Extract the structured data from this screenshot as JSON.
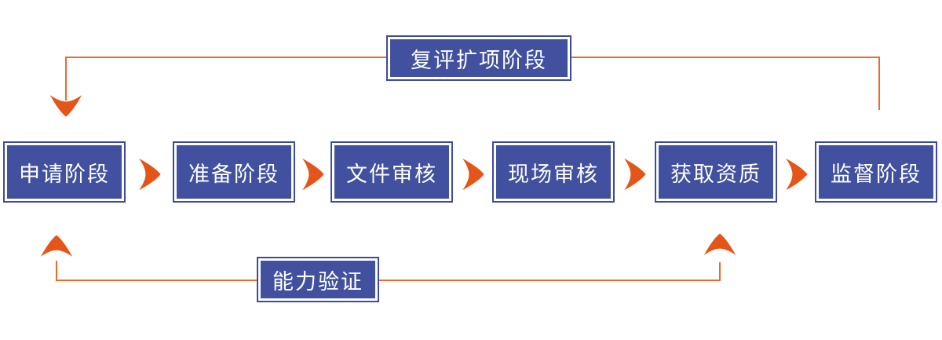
{
  "diagram": {
    "type": "flowchart",
    "background": "#ffffff",
    "steps": [
      {
        "label": "申请阶段"
      },
      {
        "label": "准备阶段"
      },
      {
        "label": "文件审核"
      },
      {
        "label": "现场审核"
      },
      {
        "label": "获取资质"
      },
      {
        "label": "监督阶段"
      }
    ],
    "top_loop": {
      "label": "复评扩项阶段",
      "from_step": "监督阶段",
      "to_step": "申请阶段"
    },
    "bottom_loop": {
      "label": "能力验证",
      "connects_steps": [
        "申请阶段",
        "获取资质"
      ]
    },
    "icons": {
      "between_steps": "chevron-right-icon",
      "top_loop_end": "chevron-down-icon",
      "bottom_loop_ends": "chevron-up-icon"
    },
    "colors": {
      "box_fill": "#42519f",
      "box_border": "#3c4b9c",
      "line": "#ec6a2e",
      "arrow": "#e4551a",
      "text": "#ffffff",
      "bg": "#ffffff"
    }
  }
}
